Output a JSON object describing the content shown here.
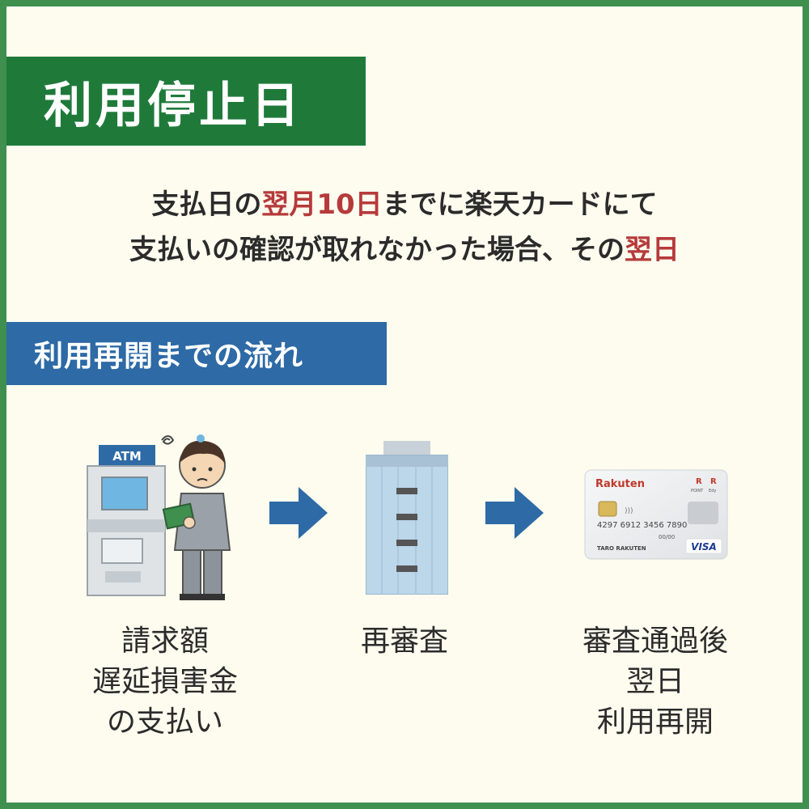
{
  "title": "利用停止日",
  "description": {
    "line1": {
      "pre": "支払日の",
      "highlight": "翌月10日",
      "post": "までに楽天カードにて"
    },
    "line2": {
      "pre": "支払いの確認が取れなかった場合、その",
      "highlight": "翌日"
    }
  },
  "section_title": "利用再開までの流れ",
  "steps": [
    {
      "icon": "atm-person-icon",
      "atm_label": "ATM",
      "lines": [
        "請求額",
        "遅延損害金",
        "の支払い"
      ]
    },
    {
      "icon": "building-icon",
      "lines": [
        "再審査"
      ]
    },
    {
      "icon": "credit-card-icon",
      "lines": [
        "審査通過後",
        "翌日",
        "利用再開"
      ]
    }
  ],
  "card": {
    "brand": "Rakuten",
    "number": "4297  6912  3456  7890",
    "holder": "TARO RAKUTEN",
    "network": "VISA",
    "point_label": "POINT",
    "edy_label": "Edy",
    "expiry": "00/00"
  },
  "colors": {
    "frame": "#3f8f4e",
    "title_banner": "#1f7a3a",
    "section_banner": "#2d6aa6",
    "highlight": "#b63a3a",
    "arrow": "#2d6aa6",
    "background": "#fdfcef"
  }
}
